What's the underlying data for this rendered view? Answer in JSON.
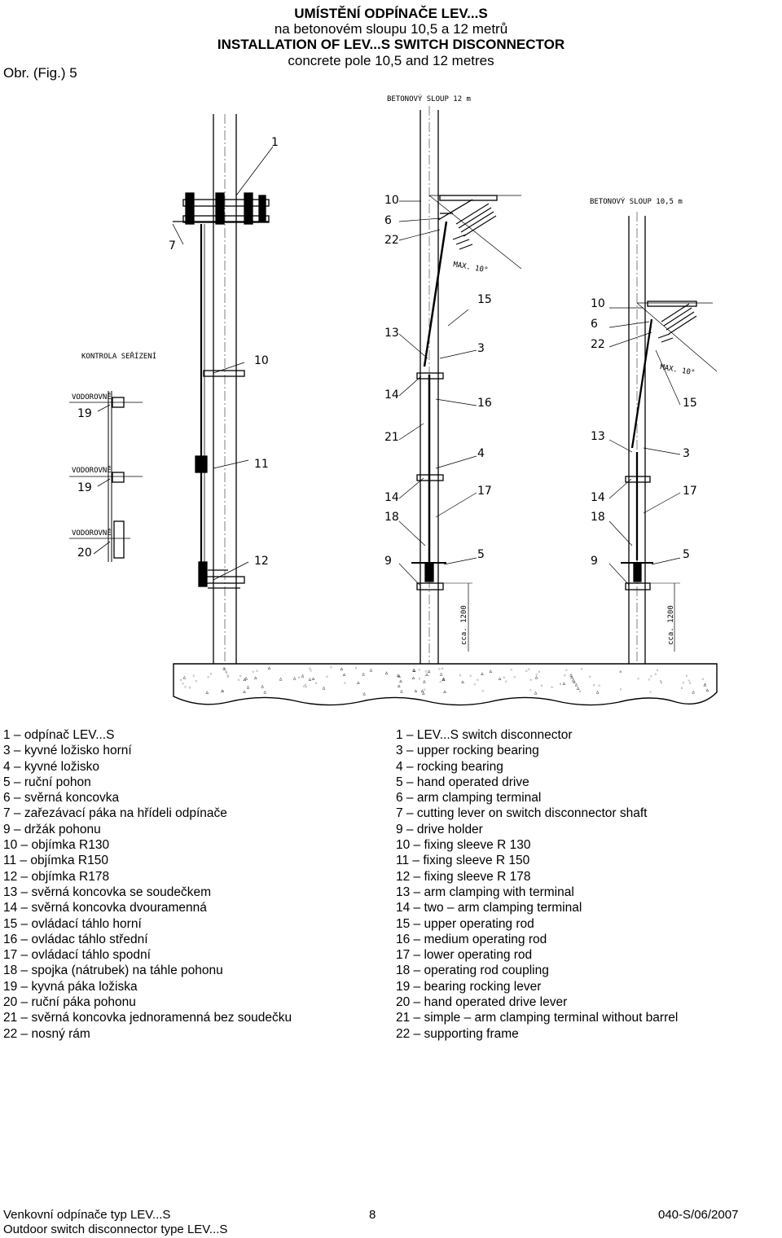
{
  "header": {
    "title_cz": "UMÍSTĚNÍ ODPÍNAČE LEV...S",
    "subtitle_cz": "na betonovém sloupu 10,5 a 12 metrů",
    "title_en": "INSTALLATION OF LEV...S SWITCH DISCONNECTOR",
    "subtitle_en": "concrete pole  10,5 and 12 metres",
    "figure": "Obr. (Fig.) 5"
  },
  "drawing": {
    "pole12_label": "BETONOVÝ SLOUP 12 m",
    "pole105_label": "BETONOVÝ SLOUP 10,5 m",
    "check_label": "KONTROLA SEŘÍZENÍ",
    "horizontal": "VODOROVNĚ",
    "max_angle": "MAX. 10°",
    "cca": "cca. 1200",
    "callouts": {
      "c1": "1",
      "c7": "7",
      "c10": "10",
      "c11": "11",
      "c12": "12",
      "c19a": "19",
      "c19b": "19",
      "c20": "20",
      "m10": "10",
      "m6": "6",
      "m22": "22",
      "m13": "13",
      "m14a": "14",
      "m21": "21",
      "m14b": "14",
      "m18": "18",
      "m9": "9",
      "m15": "15",
      "m3": "3",
      "m16": "16",
      "m4": "4",
      "m17": "17",
      "m5": "5",
      "r10": "10",
      "r6": "6",
      "r22": "22",
      "r15": "15",
      "r13": "13",
      "r3": "3",
      "r14": "14",
      "r17": "17",
      "r18": "18",
      "r9": "9",
      "r5": "5"
    }
  },
  "legend_cz": [
    "1 – odpínač LEV...S",
    "3 – kyvné ložisko horní",
    "4 – kyvné ložisko",
    "5 – ruční pohon",
    "6 – svěrná koncovka",
    "7 – zařezávací páka na hřídeli odpínače",
    "9 – držák pohonu",
    "10 – objímka R130",
    "11 – objímka R150",
    "12 – objímka R178",
    "13 – svěrná koncovka se soudečkem",
    "14 – svěrná koncovka dvouramenná",
    "15 – ovládací táhlo horní",
    "16 – ovládac táhlo střední",
    "17 – ovládací táhlo spodní",
    "18 – spojka (nátrubek) na táhle pohonu",
    "19 – kyvná páka ložiska",
    "20 – ruční páka pohonu",
    "21 – svěrná koncovka jednoramenná bez soudečku",
    "22 – nosný rám"
  ],
  "legend_en": [
    "1 – LEV...S switch disconnector",
    "3 – upper rocking bearing",
    "4 – rocking bearing",
    "5 – hand operated drive",
    "6 – arm clamping terminal",
    "7 – cutting lever on switch disconnector shaft",
    "9 – drive holder",
    "10 – fixing sleeve R 130",
    "11 – fixing sleeve R 150",
    "12 – fixing sleeve R 178",
    "13 – arm clamping with terminal",
    "14 – two – arm clamping terminal",
    "15 – upper operating rod",
    "16 – medium operating rod",
    "17 – lower operating rod",
    "18 – operating rod coupling",
    "19 – bearing rocking lever",
    "20 – hand operated drive lever",
    "21 – simple – arm clamping terminal without barrel",
    "22 – supporting frame"
  ],
  "footer": {
    "left1": "Venkovní odpínače typ LEV...S",
    "left2": "Outdoor switch disconnector  type LEV...S",
    "page": "8",
    "code": "040-S/06/2007"
  }
}
